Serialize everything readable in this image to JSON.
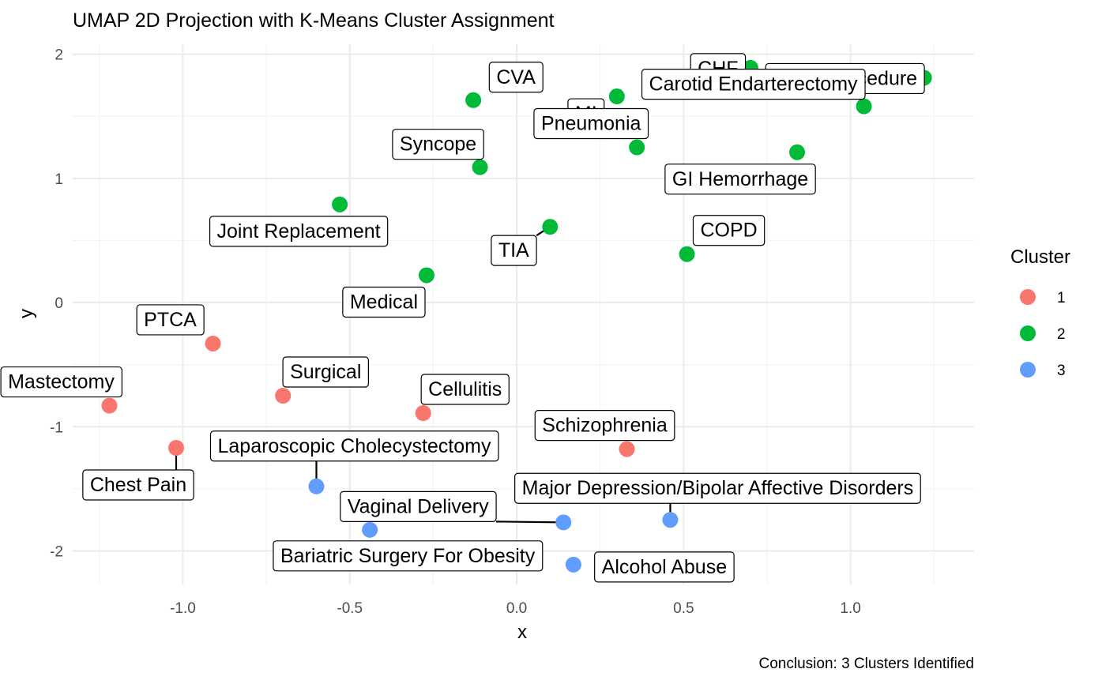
{
  "chart_data": {
    "type": "scatter",
    "title": "UMAP 2D Projection with K-Means Cluster Assignment",
    "xlabel": "x",
    "ylabel": "y",
    "caption": "Conclusion: 3 Clusters Identified",
    "xlim": [
      -1.33,
      1.37
    ],
    "ylim": [
      -2.27,
      2.08
    ],
    "x_ticks": [
      -1.0,
      -0.5,
      0.0,
      0.5,
      1.0
    ],
    "x_tick_labels": [
      "-1.0",
      "-0.5",
      "0.0",
      "0.5",
      "1.0"
    ],
    "y_ticks": [
      -2,
      -1,
      0,
      1,
      2
    ],
    "y_tick_labels": [
      "-2",
      "-1",
      "0",
      "1",
      "2"
    ],
    "grid": true,
    "legend": {
      "title": "Cluster",
      "placement": "right",
      "entries": [
        {
          "label": "1",
          "color": "#F8766D"
        },
        {
          "label": "2",
          "color": "#00BA38"
        },
        {
          "label": "3",
          "color": "#619CFF"
        }
      ]
    },
    "series": [
      {
        "name": "1",
        "color": "#F8766D",
        "points": [
          {
            "label": "PTCA",
            "x": -0.91,
            "y": -0.33
          },
          {
            "label": "Mastectomy",
            "x": -1.22,
            "y": -0.83
          },
          {
            "label": "Surgical",
            "x": -0.7,
            "y": -0.75
          },
          {
            "label": "Cellulitis",
            "x": -0.28,
            "y": -0.89
          },
          {
            "label": "Chest Pain",
            "x": -1.02,
            "y": -1.17
          },
          {
            "label": "Schizophrenia",
            "x": 0.33,
            "y": -1.18
          }
        ]
      },
      {
        "name": "2",
        "color": "#00BA38",
        "points": [
          {
            "label": "CVA",
            "x": -0.13,
            "y": 1.63
          },
          {
            "label": "Syncope",
            "x": -0.11,
            "y": 1.09
          },
          {
            "label": "MI",
            "x": 0.3,
            "y": 1.66
          },
          {
            "label": "CHF",
            "x": 0.7,
            "y": 1.89
          },
          {
            "label": "Valve Procedure",
            "x": 1.22,
            "y": 1.81
          },
          {
            "label": "Carotid Endarterectomy",
            "x": 1.04,
            "y": 1.58
          },
          {
            "label": "Pneumonia",
            "x": 0.36,
            "y": 1.25
          },
          {
            "label": "GI Hemorrhage",
            "x": 0.84,
            "y": 1.21
          },
          {
            "label": "Joint Replacement",
            "x": -0.53,
            "y": 0.79
          },
          {
            "label": "TIA",
            "x": 0.1,
            "y": 0.61
          },
          {
            "label": "COPD",
            "x": 0.51,
            "y": 0.39
          },
          {
            "label": "Medical",
            "x": -0.27,
            "y": 0.22
          }
        ]
      },
      {
        "name": "3",
        "color": "#619CFF",
        "points": [
          {
            "label": "Laparoscopic Cholecystectomy",
            "x": -0.6,
            "y": -1.48
          },
          {
            "label": "Vaginal Delivery",
            "x": 0.14,
            "y": -1.77
          },
          {
            "label": "Major Depression/Bipolar Affective Disorders",
            "x": 0.46,
            "y": -1.75
          },
          {
            "label": "Bariatric Surgery For Obesity",
            "x": -0.44,
            "y": -1.83
          },
          {
            "label": "Alcohol Abuse",
            "x": 0.17,
            "y": -2.11
          }
        ]
      }
    ]
  }
}
